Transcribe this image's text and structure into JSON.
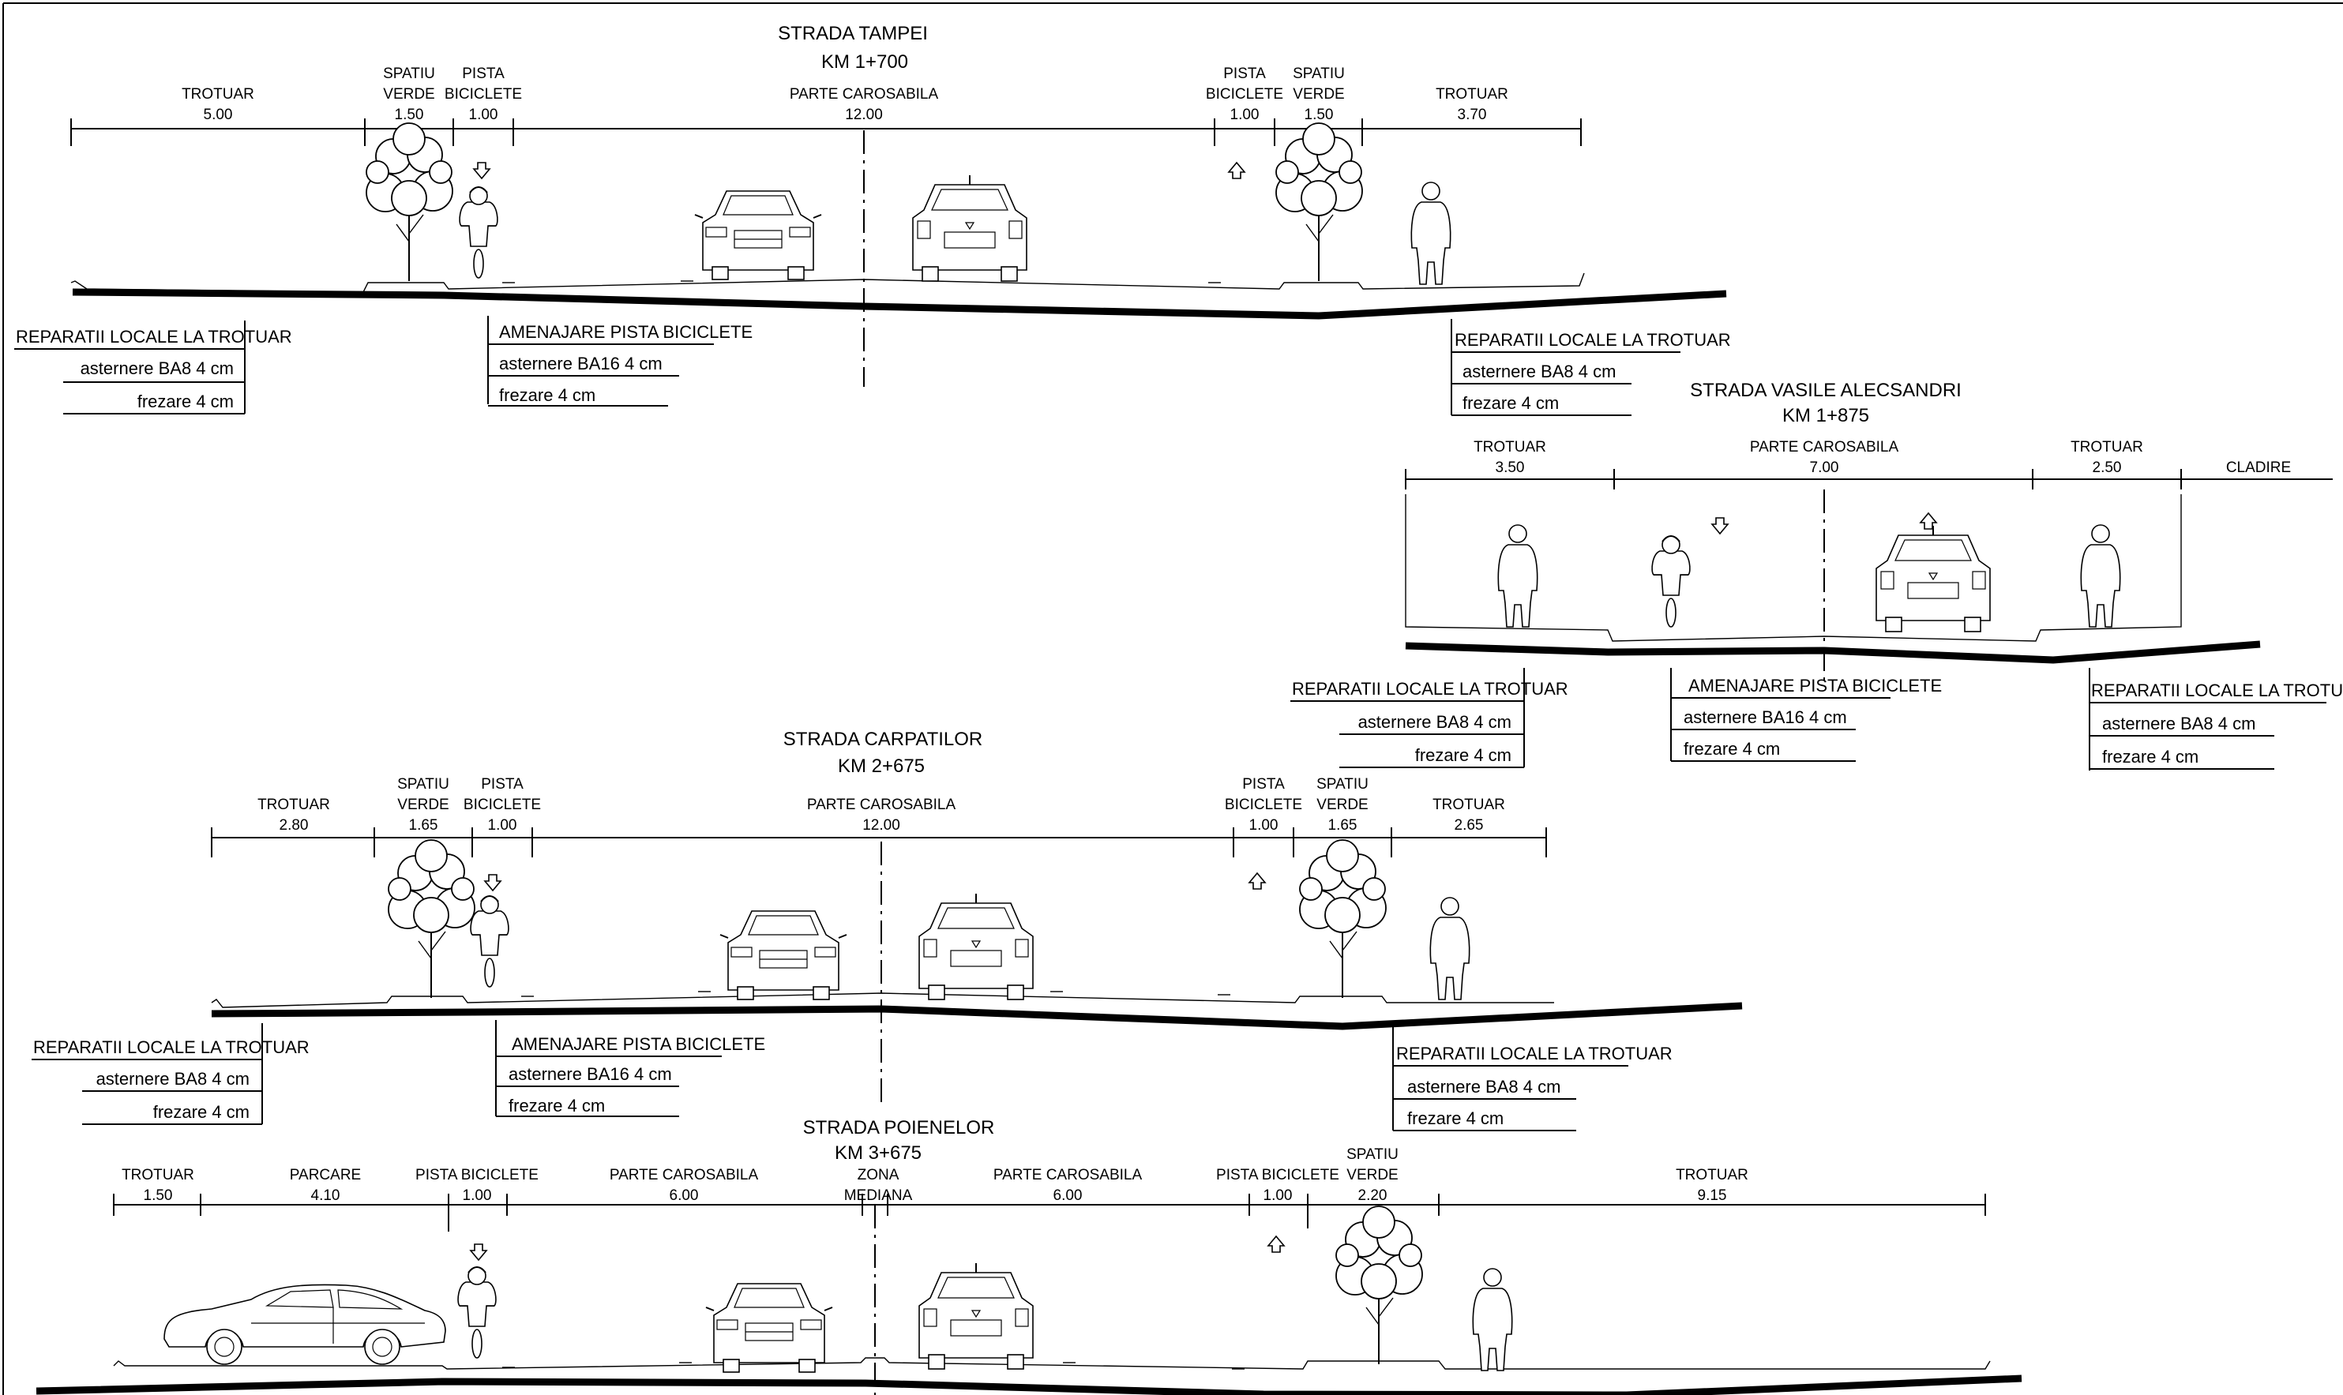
{
  "sections": [
    {
      "title": "STRADA TAMPEI",
      "km": "KM 1+700",
      "dims": [
        {
          "label": "TROTUAR",
          "value": "5.00"
        },
        {
          "label1": "SPATIU",
          "label2": "VERDE",
          "value": "1.50"
        },
        {
          "label1": "PISTA",
          "label2": "BICICLETE",
          "value": "1.00"
        },
        {
          "label": "PARTE CAROSABILA",
          "value": "12.00"
        },
        {
          "label1": "PISTA",
          "label2": "BICICLETE",
          "value": "1.00"
        },
        {
          "label1": "SPATIU",
          "label2": "VERDE",
          "value": "1.50"
        },
        {
          "label": "TROTUAR",
          "value": "3.70"
        }
      ],
      "notes": [
        {
          "title": "REPARATII LOCALE LA TROTUAR",
          "l1": "asternere BA8 4 cm",
          "l2": "frezare 4 cm"
        },
        {
          "title": "AMENAJARE PISTA BICICLETE",
          "l1": "asternere BA16 4 cm",
          "l2": "frezare 4 cm"
        },
        {
          "title": "REPARATII LOCALE LA TROTUAR",
          "l1": "asternere BA8 4 cm",
          "l2": "frezare 4 cm"
        }
      ]
    },
    {
      "title": "STRADA VASILE ALECSANDRI",
      "km": "KM 1+875",
      "dims": [
        {
          "label": "TROTUAR",
          "value": "3.50"
        },
        {
          "label": "PARTE CAROSABILA",
          "value": "7.00"
        },
        {
          "label": "TROTUAR",
          "value": "2.50"
        },
        {
          "label": "CLADIRE",
          "value": ""
        }
      ],
      "notes": [
        {
          "title": "REPARATII LOCALE LA TROTUAR",
          "l1": "asternere BA8 4 cm",
          "l2": "frezare 4 cm"
        },
        {
          "title": "AMENAJARE PISTA BICICLETE",
          "l1": "asternere BA16 4 cm",
          "l2": "frezare 4 cm"
        },
        {
          "title": "REPARATII LOCALE LA TROTUAR",
          "l1": "asternere BA8 4 cm",
          "l2": "frezare 4 cm"
        }
      ]
    },
    {
      "title": "STRADA CARPATILOR",
      "km": "KM 2+675",
      "dims": [
        {
          "label": "TROTUAR",
          "value": "2.80"
        },
        {
          "label1": "SPATIU",
          "label2": "VERDE",
          "value": "1.65"
        },
        {
          "label1": "PISTA",
          "label2": "BICICLETE",
          "value": "1.00"
        },
        {
          "label": "PARTE CAROSABILA",
          "value": "12.00"
        },
        {
          "label1": "PISTA",
          "label2": "BICICLETE",
          "value": "1.00"
        },
        {
          "label1": "SPATIU",
          "label2": "VERDE",
          "value": "1.65"
        },
        {
          "label": "TROTUAR",
          "value": "2.65"
        }
      ],
      "notes": [
        {
          "title": "REPARATII LOCALE LA TROTUAR",
          "l1": "asternere BA8 4 cm",
          "l2": "frezare 4 cm"
        },
        {
          "title": "AMENAJARE PISTA BICICLETE",
          "l1": "asternere BA16 4 cm",
          "l2": "frezare 4 cm"
        },
        {
          "title": "REPARATII LOCALE LA TROTUAR",
          "l1": "asternere BA8 4 cm",
          "l2": "frezare 4 cm"
        }
      ]
    },
    {
      "title": "STRADA POIENELOR",
      "km": "KM 3+675",
      "dims": [
        {
          "label": "TROTUAR",
          "value": "1.50"
        },
        {
          "label": "PARCARE",
          "value": "4.10"
        },
        {
          "label": "PISTA BICICLETE",
          "value": "1.00"
        },
        {
          "label": "PARTE CAROSABILA",
          "value": "6.00"
        },
        {
          "label1": "ZONA",
          "label2": "MEDIANA",
          "value": ""
        },
        {
          "label": "PARTE CAROSABILA",
          "value": "6.00"
        },
        {
          "label": "PISTA BICICLETE",
          "value": "1.00"
        },
        {
          "label1": "SPATIU",
          "label2": "VERDE",
          "value": "2.20"
        },
        {
          "label": "TROTUAR",
          "value": "9.15"
        }
      ]
    }
  ]
}
